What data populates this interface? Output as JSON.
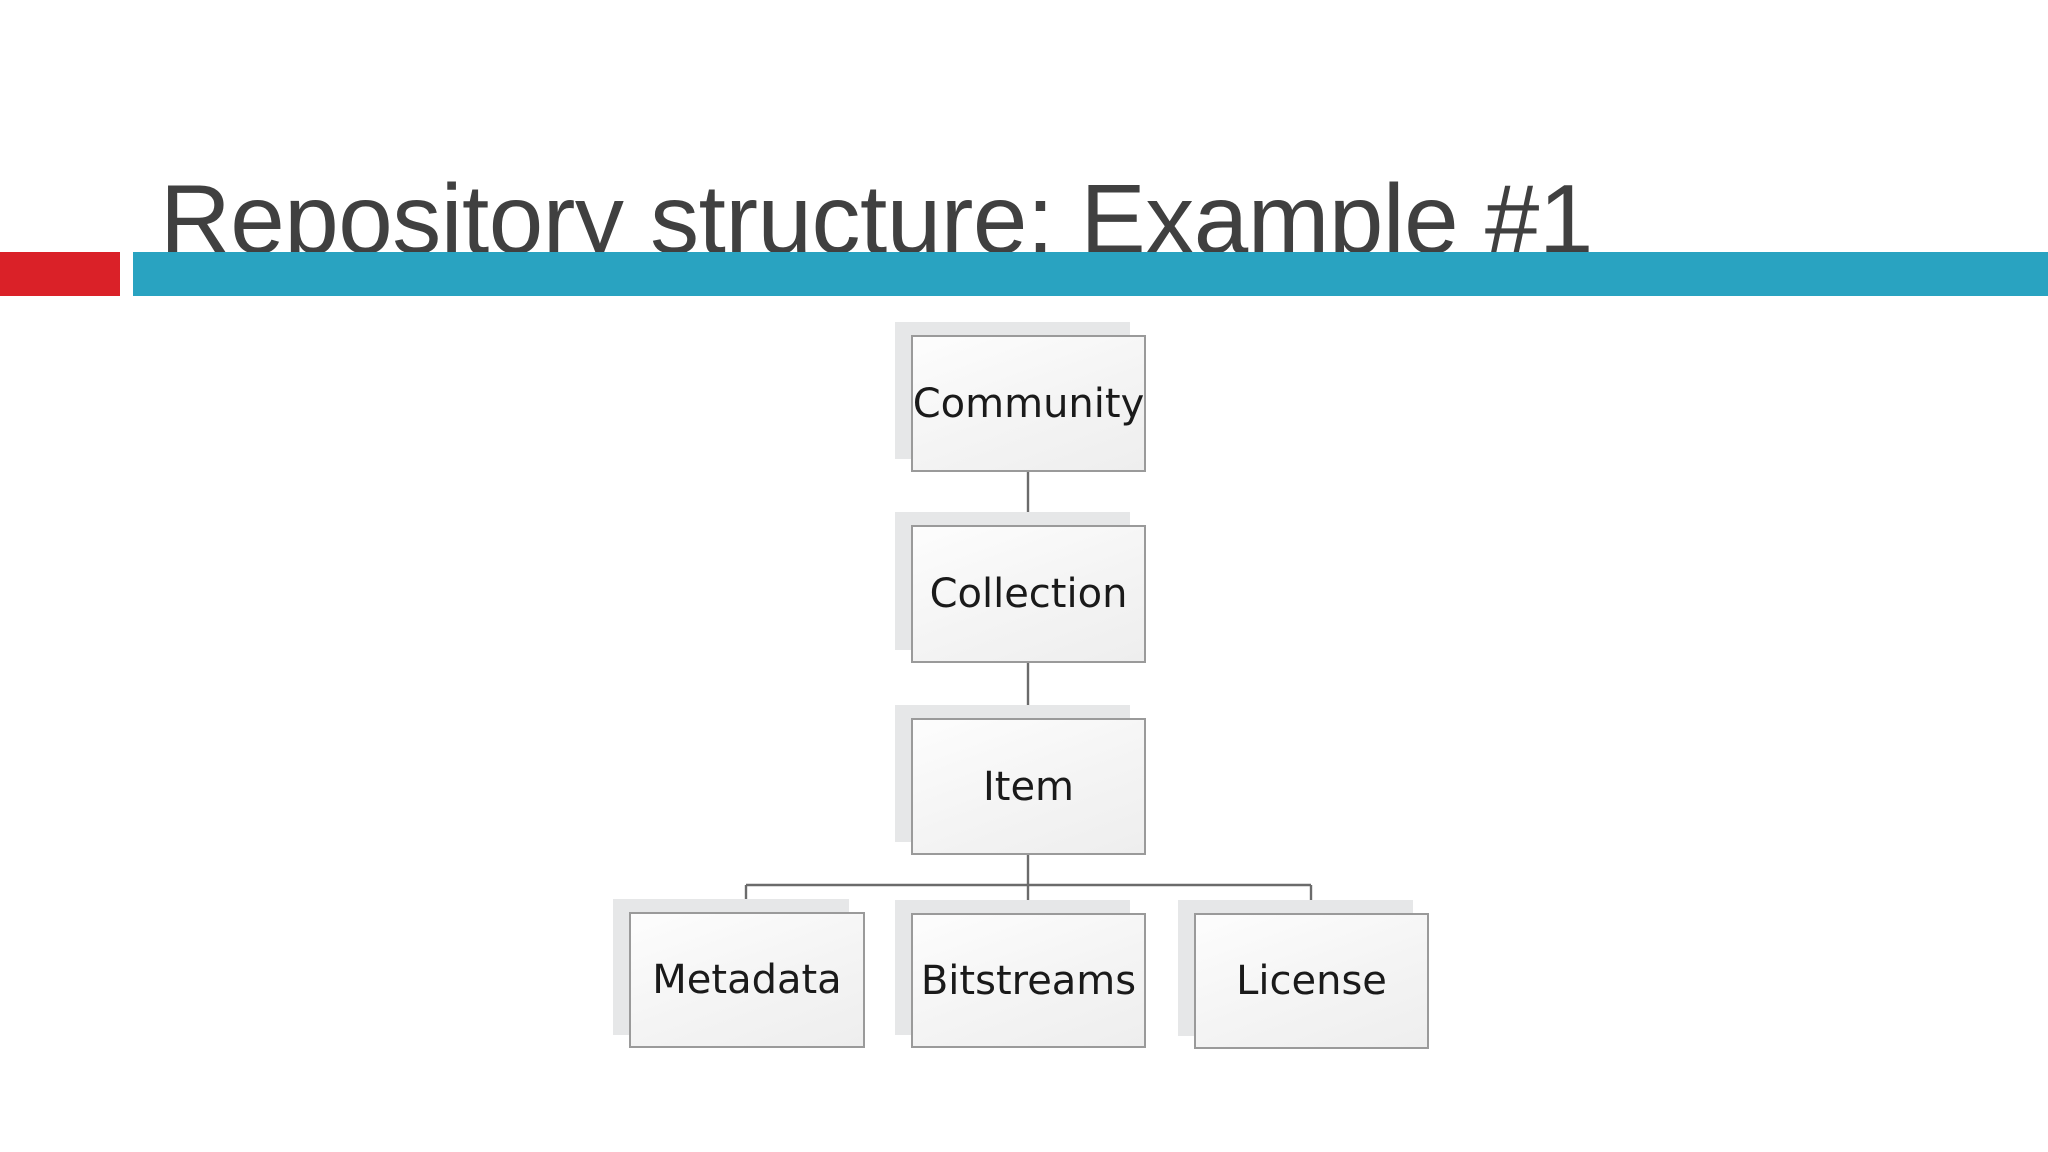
{
  "slide": {
    "title": "Repository structure: Example #1",
    "background_color": "#ffffff",
    "title_color": "#404040",
    "rule": {
      "accent_color": "#DA2128",
      "bar_color": "#29A3C1"
    }
  },
  "diagram": {
    "type": "hierarchy-flowchart",
    "node_fill": "#f4f4f4",
    "node_border_color": "#9a9a9a",
    "shadow_color": "#E6E7E8",
    "connector_color": "#595959",
    "nodes": [
      {
        "id": "community",
        "label": "Community",
        "level": 0
      },
      {
        "id": "collection",
        "label": "Collection",
        "level": 1
      },
      {
        "id": "item",
        "label": "Item",
        "level": 2
      },
      {
        "id": "metadata",
        "label": "Metadata",
        "level": 3
      },
      {
        "id": "bitstreams",
        "label": "Bitstreams",
        "level": 3
      },
      {
        "id": "license",
        "label": "License",
        "level": 3
      }
    ],
    "edges": [
      {
        "from": "community",
        "to": "collection"
      },
      {
        "from": "collection",
        "to": "item"
      },
      {
        "from": "item",
        "to": "metadata"
      },
      {
        "from": "item",
        "to": "bitstreams"
      },
      {
        "from": "item",
        "to": "license"
      }
    ]
  }
}
